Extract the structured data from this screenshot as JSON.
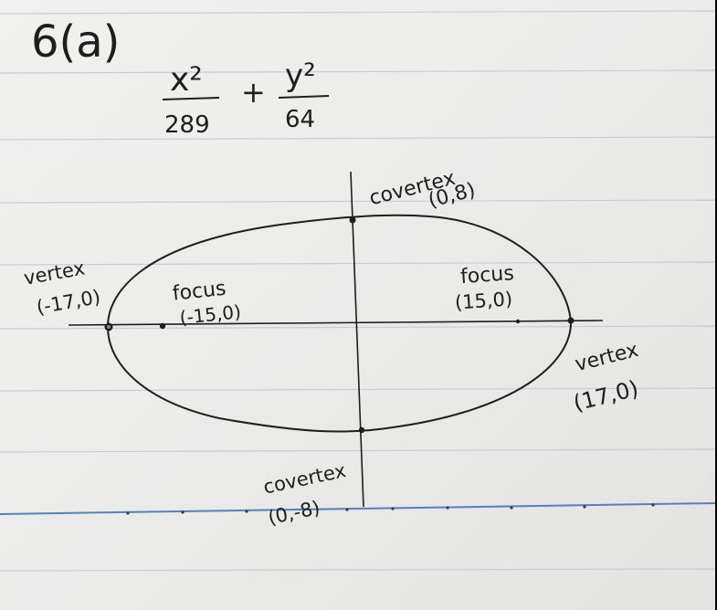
{
  "problem": {
    "label": "6(a)",
    "equation": {
      "term1_numerator": "x²",
      "term1_denominator": "289",
      "operator": "+",
      "term2_numerator": "y²",
      "term2_denominator": "64"
    }
  },
  "points": {
    "covertex_top": {
      "title": "covertex",
      "coords": "(0,8)"
    },
    "covertex_bottom": {
      "title": "covertex",
      "coords": "(0,-8)"
    },
    "vertex_left": {
      "title": "vertex",
      "coords": "(-17,0)"
    },
    "vertex_right": {
      "title": "vertex",
      "coords": "(17,0)"
    },
    "focus_left": {
      "title": "focus",
      "coords": "(-15,0)"
    },
    "focus_right": {
      "title": "focus",
      "coords": "(15,0)"
    }
  },
  "colors": {
    "ink": "#1e1e1e",
    "ruled_line": "#c7ccd6",
    "margin_line": "#5a7fb8",
    "paper": "#ececeb"
  }
}
